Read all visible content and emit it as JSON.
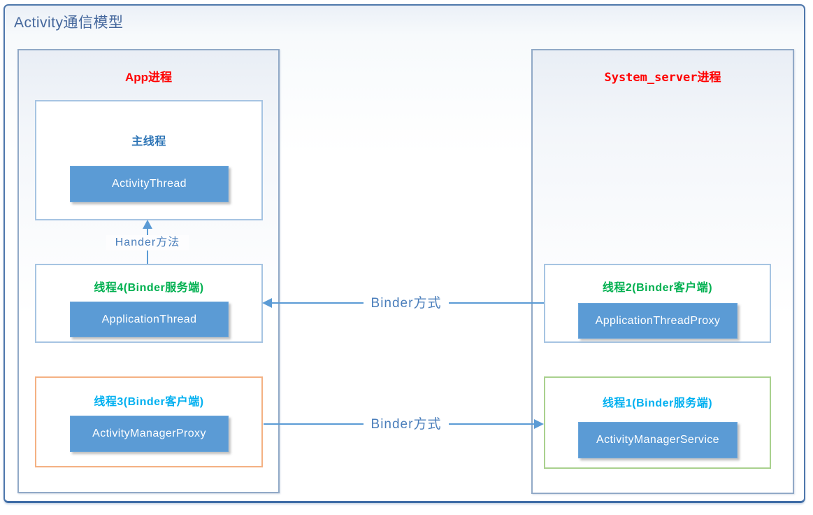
{
  "title": "Activity通信模型",
  "app_process": {
    "label": "App进程",
    "main_thread": {
      "title": "主线程",
      "component": "ActivityThread"
    },
    "thread4": {
      "title": "线程4(Binder服务端)",
      "component": "ApplicationThread"
    },
    "thread3": {
      "title": "线程3(Binder客户端)",
      "component": "ActivityManagerProxy"
    }
  },
  "system_process": {
    "label": "System_server进程",
    "thread2": {
      "title": "线程2(Binder客户端)",
      "component": "ApplicationThreadProxy"
    },
    "thread1": {
      "title": "线程1(Binder服务端)",
      "component": "ActivityManagerService"
    }
  },
  "arrows": {
    "handler": {
      "label": "Hander方法",
      "direction": "up"
    },
    "binder_top": {
      "label": "Binder方式",
      "direction": "left"
    },
    "binder_bottom": {
      "label": "Binder方式",
      "direction": "right"
    }
  },
  "colors": {
    "process_label": "#FF0000",
    "main_thread_title": "#2E75B6",
    "binder_server_client_green": "#00B050",
    "binder_client_server_cyan": "#00B0F0",
    "node_background": "#5B9BD5",
    "arrow_line": "#5B9BD5",
    "arrow_text": "#4A7EBB",
    "orange_border": "#F4B183",
    "green_border": "#A9D18E",
    "blue_border": "#A6C4E2",
    "frame_border": "#4E77AB",
    "title_text": "#44679C"
  }
}
